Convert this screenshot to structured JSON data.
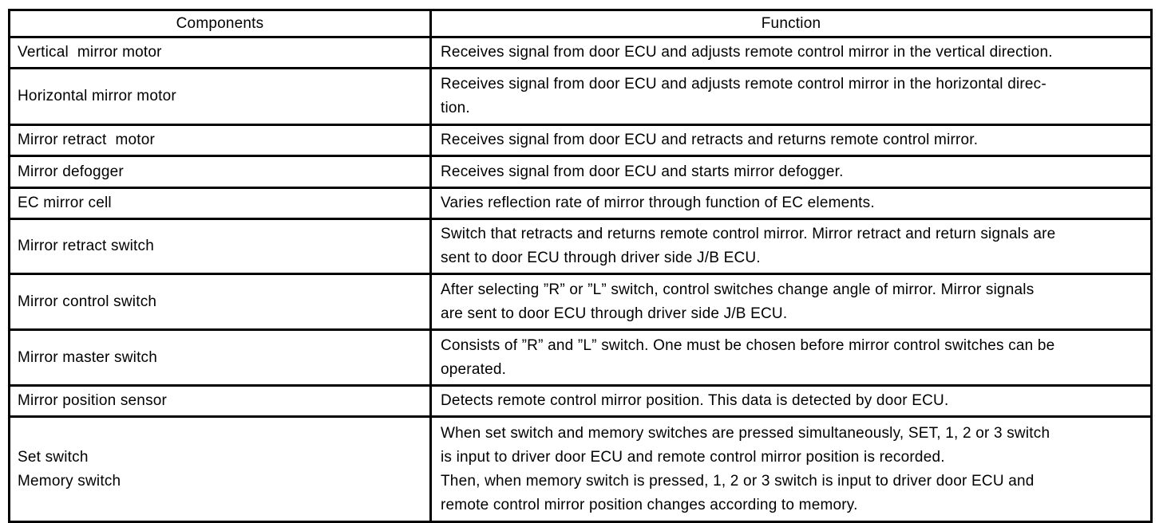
{
  "colors": {
    "border": "#000000",
    "text": "#000000",
    "background": "#ffffff"
  },
  "table": {
    "headers": {
      "components": "Components",
      "function": "Function"
    },
    "rows": [
      {
        "component": "Vertical  mirror motor",
        "function": "Receives signal from door ECU and adjusts remote control mirror in the vertical direction."
      },
      {
        "component": "Horizontal mirror motor",
        "function": "Receives signal from door ECU and adjusts remote control mirror in the horizontal direc-\ntion."
      },
      {
        "component": "Mirror retract  motor",
        "function": "Receives signal from door ECU and retracts and returns remote control mirror."
      },
      {
        "component": "Mirror defogger",
        "function": "Receives signal from door ECU and starts mirror defogger."
      },
      {
        "component": "EC mirror cell",
        "function": "Varies reflection rate of mirror through function of EC elements."
      },
      {
        "component": "Mirror retract switch",
        "function": "Switch that retracts and returns remote control mirror. Mirror retract and return signals are\nsent to door ECU through driver side J/B ECU."
      },
      {
        "component": "Mirror control switch",
        "function": "After selecting ”R” or ”L” switch, control switches change angle of mirror. Mirror signals\nare sent to door ECU through driver side J/B ECU."
      },
      {
        "component": "Mirror master switch",
        "function": "Consists of ”R” and ”L” switch. One must be chosen before mirror control switches can be\noperated."
      },
      {
        "component": "Mirror position sensor",
        "function": "Detects remote control mirror position. This data is detected by door ECU."
      },
      {
        "component": "Set switch\nMemory switch",
        "function": "When set switch and memory switches are pressed simultaneously, SET, 1, 2 or 3 switch\nis input to driver door ECU and remote control mirror position is recorded.\nThen, when memory switch is pressed, 1, 2 or 3 switch is input to driver door ECU and\nremote control mirror position changes according to memory."
      }
    ]
  }
}
